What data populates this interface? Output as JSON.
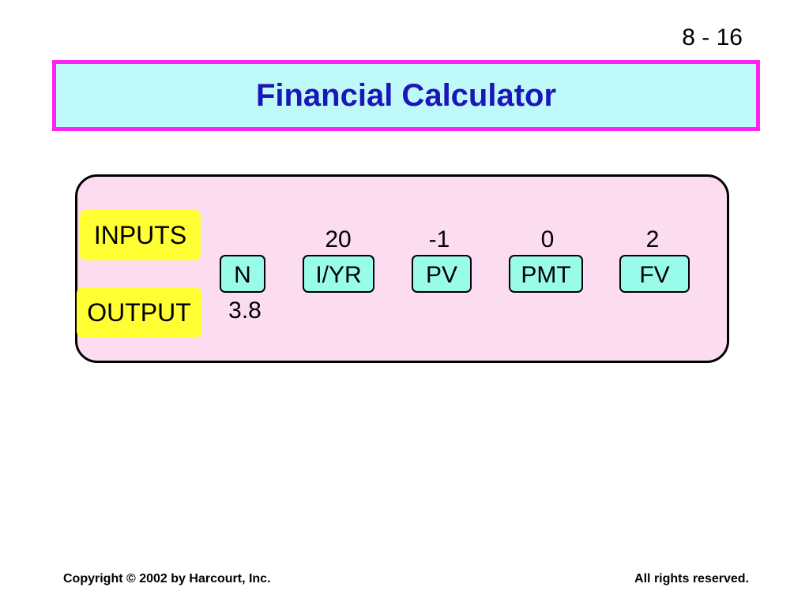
{
  "slide_number": "8 - 16",
  "title": "Financial Calculator",
  "labels": {
    "inputs": "INPUTS",
    "output": "OUTPUT"
  },
  "keys": [
    {
      "label": "N",
      "input": "",
      "output": "3.8"
    },
    {
      "label": "I/YR",
      "input": "20",
      "output": ""
    },
    {
      "label": "PV",
      "input": "-1",
      "output": ""
    },
    {
      "label": "PMT",
      "input": "0",
      "output": ""
    },
    {
      "label": "FV",
      "input": "2",
      "output": ""
    }
  ],
  "footer": {
    "copyright": "Copyright © 2002 by Harcourt, Inc.",
    "rights": "All rights reserved."
  },
  "colors": {
    "title_text": "#1a16b8",
    "title_bg": "#bff9f9",
    "title_border": "#ff22f2",
    "panel_bg": "#fcdcf0",
    "tag_bg": "#ffff33",
    "key_bg": "#99fbea"
  }
}
